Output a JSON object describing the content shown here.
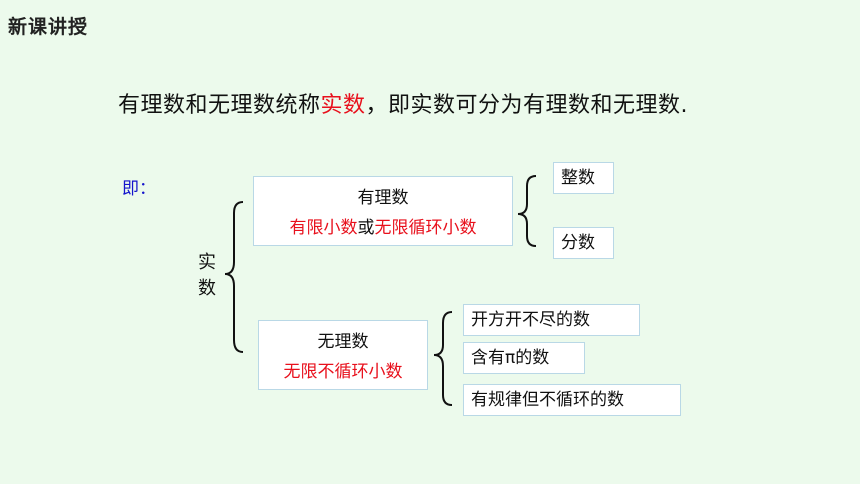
{
  "header": {
    "title": "新课讲授"
  },
  "intro": {
    "part1": "有理数和无理数统称",
    "highlight": "实数",
    "part2": "，即实数可分为有理数和无理数."
  },
  "ji_label": "即：",
  "tree": {
    "root": {
      "char1": "实",
      "char2": "数"
    },
    "rational": {
      "title": "有理数",
      "desc_part1": "有限小数",
      "desc_connector": "或",
      "desc_part2": "无限循环小数",
      "children": [
        "整数",
        "分数"
      ]
    },
    "irrational": {
      "title": "无理数",
      "desc": "无限不循环小数",
      "children": [
        "开方开不尽的数",
        "含有π的数",
        "有规律但不循环的数"
      ]
    }
  },
  "colors": {
    "background": "#ECFAEC",
    "highlight_red": "#E8101C",
    "label_blue": "#1414CC",
    "box_border": "#B9D8E6",
    "brace": "#111111"
  }
}
